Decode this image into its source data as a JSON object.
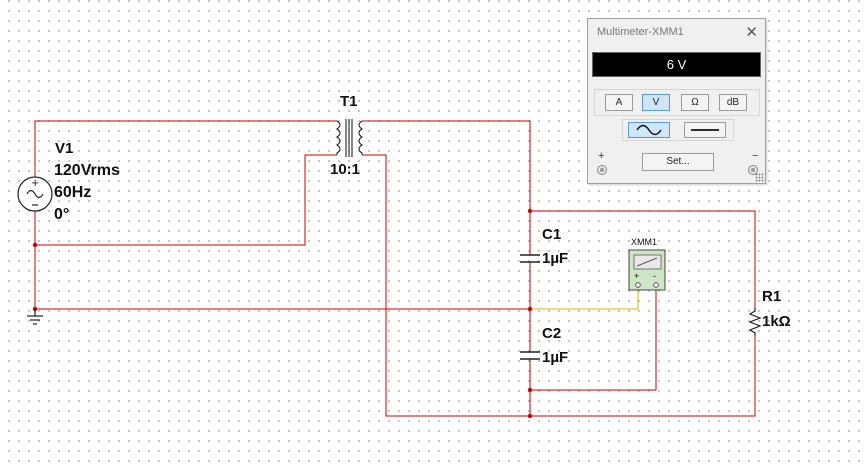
{
  "schematic": {
    "source": {
      "ref": "V1",
      "voltage": "120Vrms",
      "frequency": "60Hz",
      "phase": "0°"
    },
    "transformer": {
      "ref": "T1",
      "ratio": "10:1"
    },
    "capacitors": [
      {
        "ref": "C1",
        "value": "1µF"
      },
      {
        "ref": "C2",
        "value": "1µF"
      }
    ],
    "resistor": {
      "ref": "R1",
      "value": "1kΩ"
    },
    "meter_symbol": {
      "ref": "XMM1",
      "plus": "+",
      "minus": "-"
    },
    "wire_color": "#cc0000",
    "probe_wire_color": "#e8b000"
  },
  "multimeter_window": {
    "title": "Multimeter-XMM1",
    "reading": "6 V",
    "modes": [
      "A",
      "V",
      "Ω",
      "dB"
    ],
    "active_mode": "V",
    "signal_types": [
      "AC",
      "DC"
    ],
    "active_signal": "AC",
    "set_button": "Set...",
    "plus_terminal": "+",
    "minus_terminal": "−"
  }
}
